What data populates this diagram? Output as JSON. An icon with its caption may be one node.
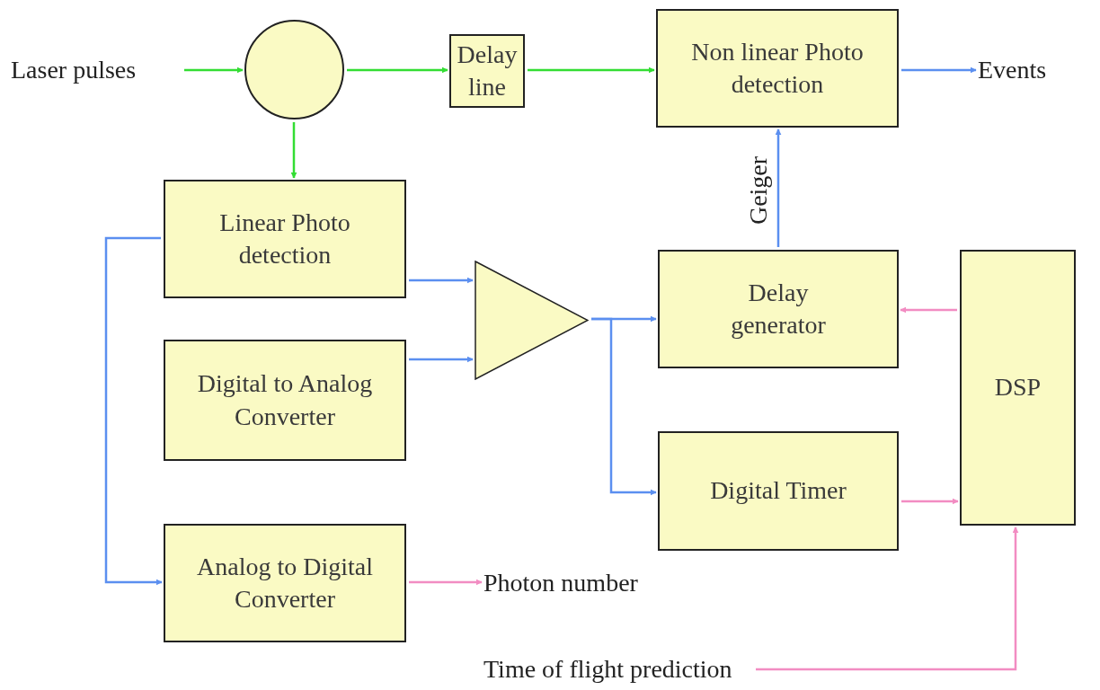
{
  "diagram": {
    "nodes": [
      {
        "text": [
          "Laser pulses"
        ]
      },
      {
        "text": [],
        "shape": "circle"
      },
      {
        "text": [
          "Delay line"
        ]
      },
      {
        "text": [
          "Non linear Photo detection"
        ]
      },
      {
        "text": [
          "Events"
        ]
      },
      {
        "text": [
          "Linear Photo detection"
        ]
      },
      {
        "text": [],
        "shape": "triangle"
      },
      {
        "text": [
          "Delay generator"
        ]
      },
      {
        "text": [
          "DSP"
        ]
      },
      {
        "text": [
          "Digital to Analog Converter"
        ]
      },
      {
        "text": [
          "Digital Timer"
        ]
      },
      {
        "text": [
          "Analog to Digital Converter"
        ]
      },
      {
        "text": [
          "Photon number"
        ]
      },
      {
        "text": [
          "Time of flight prediction"
        ]
      }
    ],
    "edges": [
      {
        "from": 0,
        "to": 1,
        "arrow": "to",
        "color": "#33dd33"
      },
      {
        "from": 1,
        "to": 2,
        "arrow": "to",
        "color": "#33dd33"
      },
      {
        "from": 2,
        "to": 3,
        "arrow": "to",
        "color": "#33dd33"
      },
      {
        "from": 1,
        "to": 5,
        "arrow": "to",
        "color": "#33dd33"
      },
      {
        "from": 3,
        "to": 4,
        "arrow": "to"
      },
      {
        "from": 7,
        "to": 3,
        "arrow": "to",
        "label": "Geiger"
      },
      {
        "from": 5,
        "to": 6,
        "arrow": "to"
      },
      {
        "from": 9,
        "to": 6,
        "arrow": "to"
      },
      {
        "from": 6,
        "to": 7,
        "arrow": "to"
      },
      {
        "from": 6,
        "to": 10,
        "arrow": "to"
      },
      {
        "from": 5,
        "to": 11,
        "arrow": "to"
      },
      {
        "from": 8,
        "to": 7,
        "arrow": "to",
        "color": "#f28cc2"
      },
      {
        "from": 10,
        "to": 8,
        "arrow": "to",
        "color": "#f28cc2"
      },
      {
        "from": 11,
        "to": 12,
        "arrow": "to",
        "color": "#f28cc2"
      },
      {
        "from": 13,
        "to": 8,
        "arrow": "to",
        "color": "#f28cc2"
      }
    ]
  }
}
